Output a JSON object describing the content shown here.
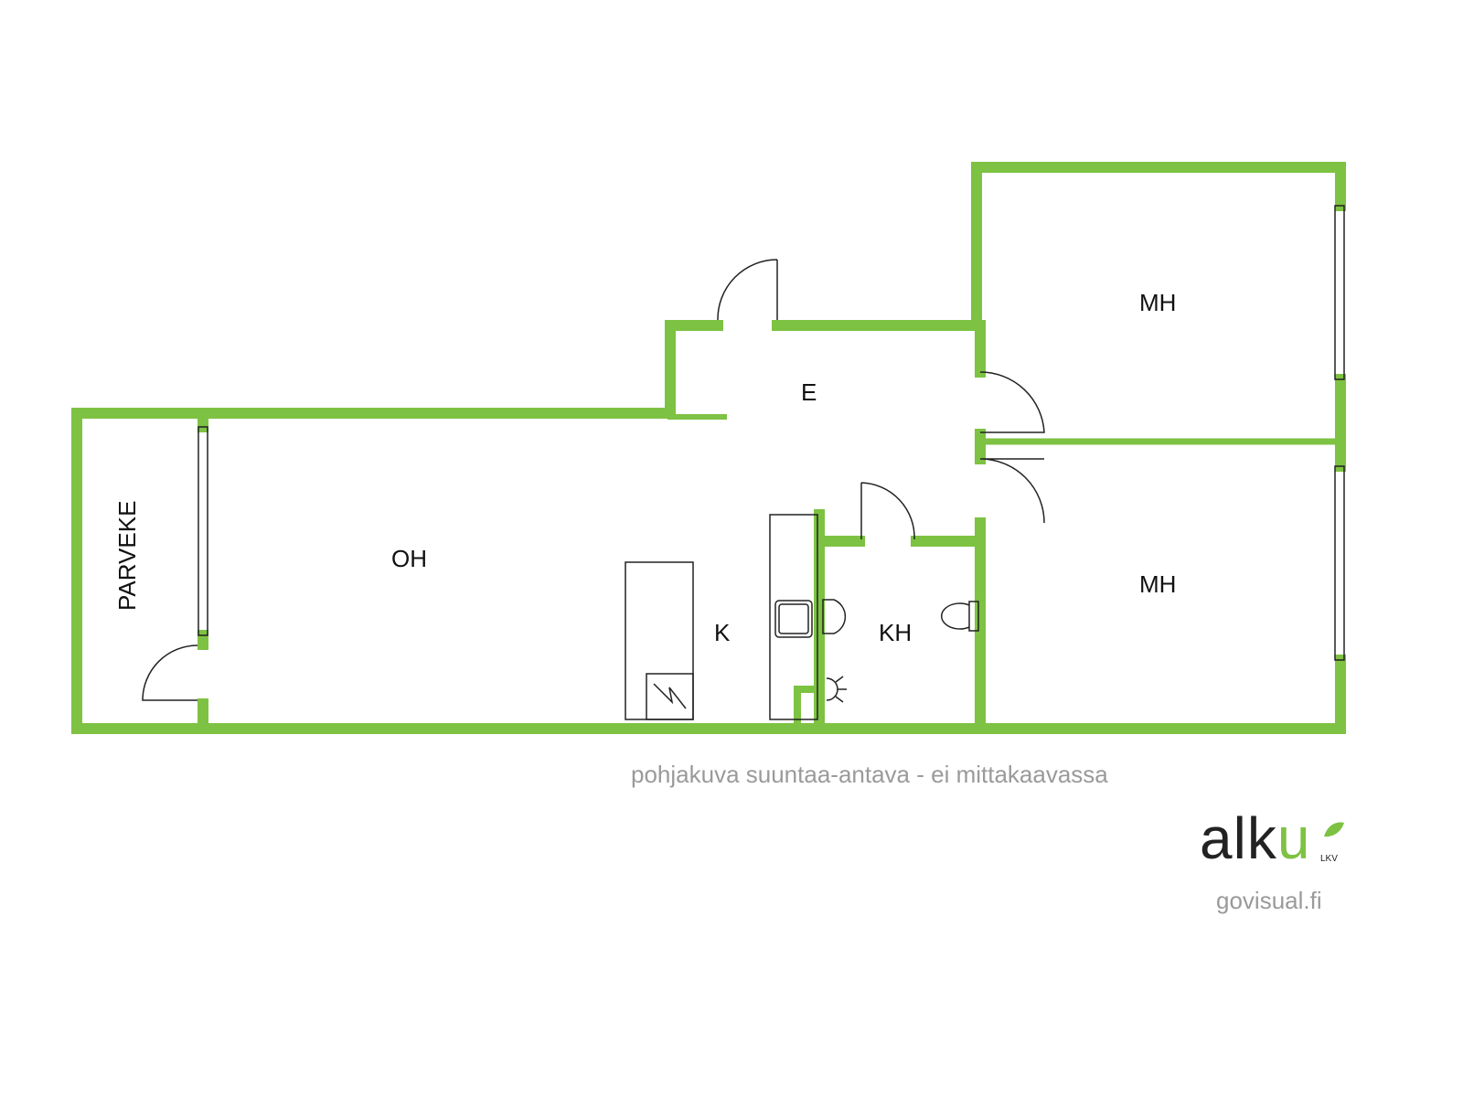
{
  "rooms": {
    "balcony": "PARVEKE",
    "living_room": "OH",
    "entry": "E",
    "kitchen": "K",
    "bathroom": "KH",
    "bedroom_1": "MH",
    "bedroom_2": "MH"
  },
  "note": "pohjakuva suuntaa-antava - ei mittakaavassa",
  "logo": {
    "main": "alk",
    "accent": "u",
    "sub": "LKV"
  },
  "website": "govisual.fi",
  "colors": {
    "wall": "#7dc242",
    "text_muted": "#9a9a9a"
  }
}
